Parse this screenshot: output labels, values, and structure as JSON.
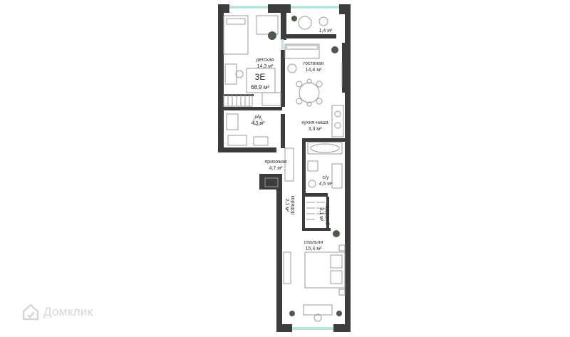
{
  "apartment": {
    "type": "3Е",
    "total_area": "68,9 м²"
  },
  "rooms": {
    "balcony": {
      "area": "1,4 м²"
    },
    "kids": {
      "name": "детская",
      "area": "14,3 м²"
    },
    "living": {
      "name": "гостиная",
      "area": "14,4 м²"
    },
    "bath1": {
      "name": "с/у",
      "area": "4,3 м²"
    },
    "kitchen": {
      "name": "кухня-ниша",
      "area": "3,3 м²"
    },
    "hall": {
      "name": "прихожая",
      "area": "4,7 м²"
    },
    "bath2": {
      "name": "с/у",
      "area": "4,5 м²"
    },
    "corridor": {
      "name": "коридор",
      "area": "2,1 м²"
    },
    "wardrobe": {
      "name": "гардероб",
      "area": "3,1 м²"
    },
    "bedroom": {
      "name": "спальня",
      "area": "15,4 м²"
    }
  },
  "watermark": {
    "text": "Домклик",
    "icon": "domclick-logo-icon"
  },
  "colors": {
    "wall": "#3c3c3c",
    "glass": "#b8e6dc",
    "furniture": "#9a9a9a",
    "plant": "#4b5a4b",
    "watermark": "#8a8a8a"
  }
}
